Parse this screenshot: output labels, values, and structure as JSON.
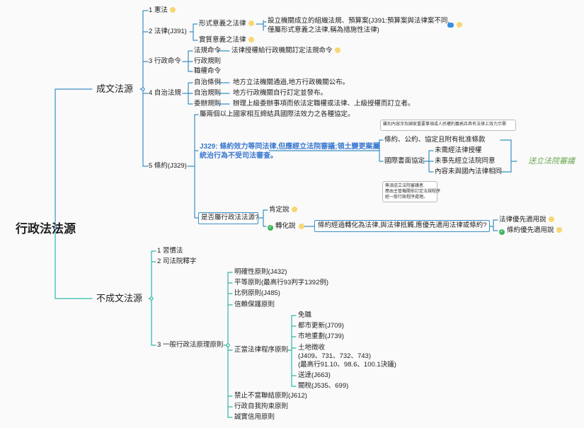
{
  "root": "行政法法源",
  "written": {
    "label": "成文法源",
    "constitution": "1 憲法",
    "law": {
      "label": "2 法律(J391)",
      "formal": "形式意義之法律",
      "formal_desc_1": "設立機關成立的組織法規、預算案(J391:預算案與法律案不同,",
      "formal_desc_2": "僅屬形式意義之法律,稱為措施性法律)",
      "substantive": "實質意義之法律"
    },
    "admin_order": {
      "label": "3 行政命令",
      "regulation": "法規命令",
      "regulation_desc": "法律授權給行政機關訂定法規命令",
      "rules": "行政規則",
      "authority": "職權命令"
    },
    "autonomy": {
      "label": "4 自治法規",
      "ordinance": "自治條例",
      "ordinance_desc": "地方立法機關通過,地方行政機關公布。",
      "rule": "自治規則",
      "rule_desc": "地方行政機關自行訂定並發布。",
      "delegated": "委辦規則",
      "delegated_desc": "辦理上級委辦事項而依法定職權或法律、上級授權而訂立者。"
    },
    "treaty": {
      "label": "5 條約(J329)",
      "definition": "屬兩個以上國家相互締結具國際法效力之各種協定。",
      "j329_1": "J329: 條約效力等同法律,但應經立法院審議;領土變更案屬",
      "j329_2": "統治行為不受司法審查。",
      "note_top": "雖別內容涉及國家重要事項或人民權利義務且具有法律上效力示需",
      "item1": "條約、公約、協定且附有批准條款",
      "intl_doc": "國際書面協定",
      "sub1": "未需經法律授權",
      "sub2": "未事先經立法院同意",
      "sub3": "內容未與國內法律相同",
      "legislature": "送立法院審議",
      "note_bottom_1": "無須送立法院審議者,",
      "note_bottom_2": "應由主管機關依訂定法規程序",
      "note_bottom_3": "經一般行政程序處理。",
      "question": "是否屬行政法法源?",
      "affirm": "肯定說",
      "transform": "轉化說",
      "transform_q": "條約經過轉化為法律,與法律抵觸,應優先適用法律或條約?",
      "law_first": "法律優先適用說",
      "treaty_first": "條約優先適用說"
    }
  },
  "unwritten": {
    "label": "不成文法源",
    "custom": "1 習慣法",
    "interpretation": "2 司法院釋字",
    "general": {
      "label": "3 一般行政法原理原則",
      "p1": "明確性原則(J432)",
      "p2": "平等原則(最高行93判字1392例)",
      "p3": "比例原則(J485)",
      "p4": "信賴保護原則",
      "due_process": "正當法律程序原則",
      "d1": "免職",
      "d2": "都市更新(J709)",
      "d3": "市地重劃(J739)",
      "d4": "土地徵收",
      "d5": "(J409、731、732、743)",
      "d6": "(最高行91.10、98.6、100.1決議)",
      "d7": "送達(J663)",
      "d8": "關稅(J535、699)",
      "p5": "禁止不當聯結原則(J612)",
      "p6": "行政自我拘束原則",
      "p7": "誠實信用原則"
    }
  }
}
